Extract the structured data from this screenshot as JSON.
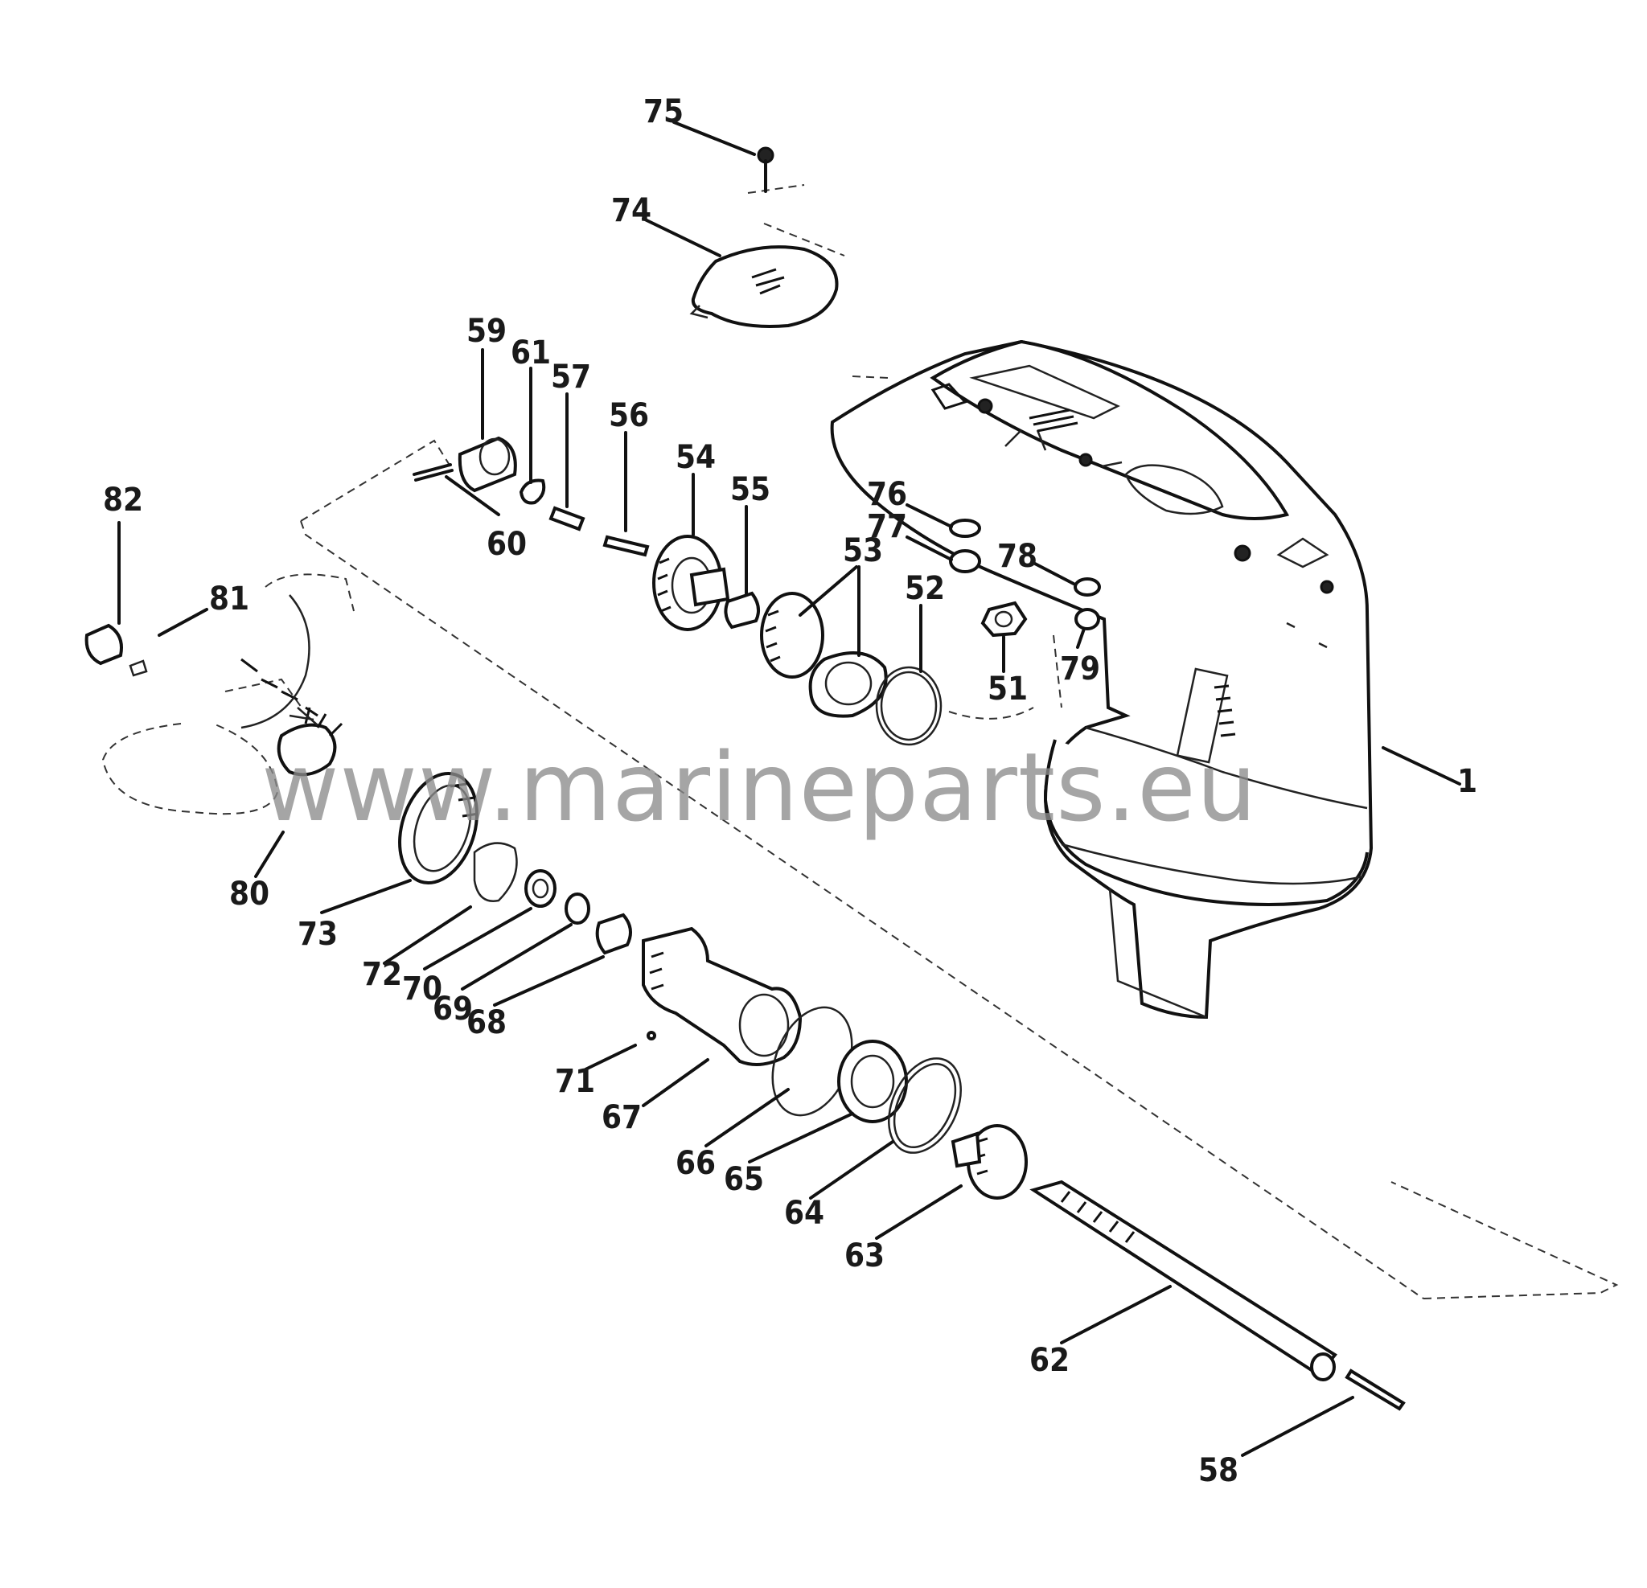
{
  "watermark": "www.marineparts.eu",
  "callouts": [
    {
      "id": "c75",
      "text": "75"
    },
    {
      "id": "c74",
      "text": "74"
    },
    {
      "id": "c59",
      "text": "59"
    },
    {
      "id": "c61",
      "text": "61"
    },
    {
      "id": "c57",
      "text": "57"
    },
    {
      "id": "c56",
      "text": "56"
    },
    {
      "id": "c54",
      "text": "54"
    },
    {
      "id": "c55",
      "text": "55"
    },
    {
      "id": "c76",
      "text": "76"
    },
    {
      "id": "c77",
      "text": "77"
    },
    {
      "id": "c53",
      "text": "53"
    },
    {
      "id": "c52",
      "text": "52"
    },
    {
      "id": "c78",
      "text": "78"
    },
    {
      "id": "c51",
      "text": "51"
    },
    {
      "id": "c79",
      "text": "79"
    },
    {
      "id": "c60",
      "text": "60"
    },
    {
      "id": "c82",
      "text": "82"
    },
    {
      "id": "c81",
      "text": "81"
    },
    {
      "id": "c1",
      "text": "1"
    },
    {
      "id": "c80",
      "text": "80"
    },
    {
      "id": "c73",
      "text": "73"
    },
    {
      "id": "c72",
      "text": "72"
    },
    {
      "id": "c70",
      "text": "70"
    },
    {
      "id": "c69",
      "text": "69"
    },
    {
      "id": "c68",
      "text": "68"
    },
    {
      "id": "c71",
      "text": "71"
    },
    {
      "id": "c67",
      "text": "67"
    },
    {
      "id": "c66",
      "text": "66"
    },
    {
      "id": "c65",
      "text": "65"
    },
    {
      "id": "c64",
      "text": "64"
    },
    {
      "id": "c63",
      "text": "63"
    },
    {
      "id": "c62",
      "text": "62"
    },
    {
      "id": "c58",
      "text": "58"
    }
  ]
}
